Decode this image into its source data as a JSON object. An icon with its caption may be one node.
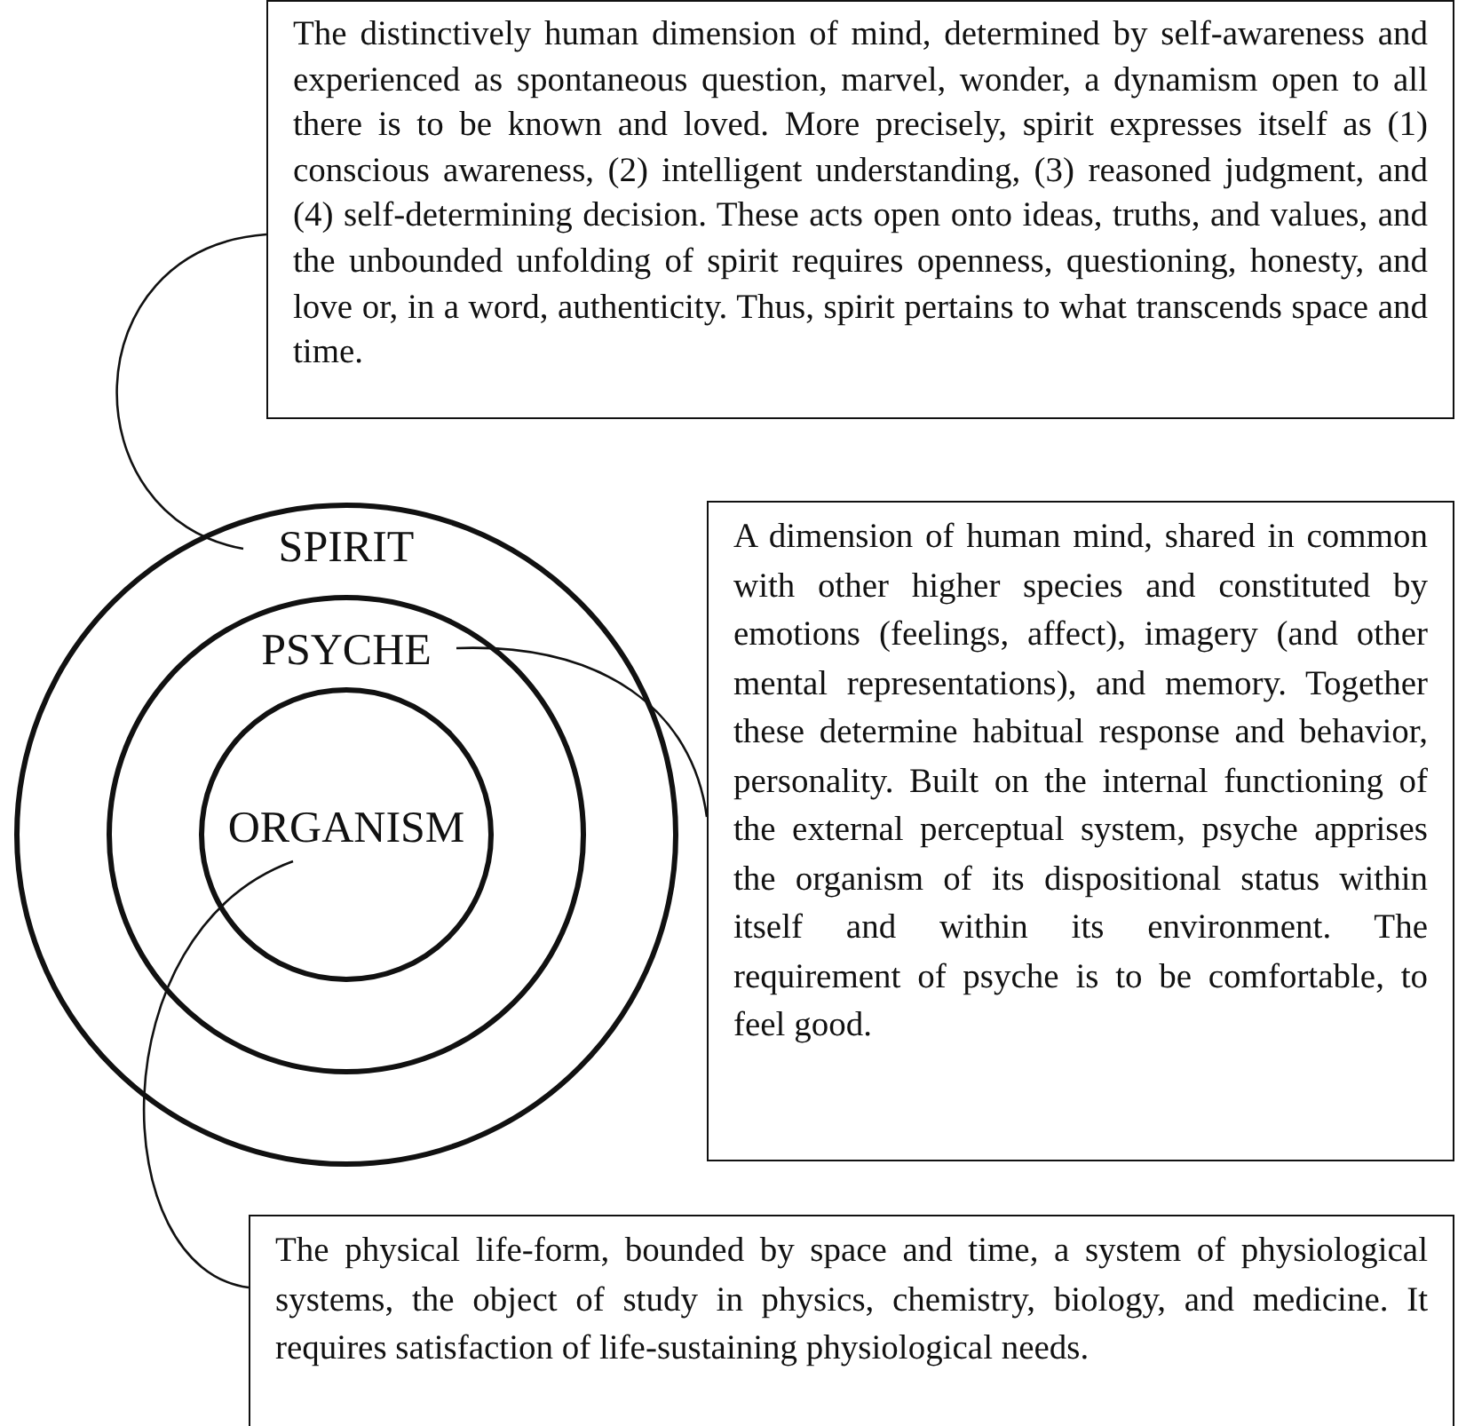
{
  "diagram": {
    "nodes": [
      {
        "text": [
          "SPIRIT"
        ]
      },
      {
        "text": [
          "PSYCHE"
        ],
        "in": 0
      },
      {
        "text": [
          "ORGANISM"
        ],
        "in": 1
      },
      {
        "text": [
          "The distinctively human dimension of mind, determined by self-awareness and experienced as spontaneous question, marvel, wonder, a dynamism open to all there is to be known and loved. More precisely, spirit expresses itself as (1) conscious awareness, (2) intelligent understanding, (3) reasoned judgment, and (4) self-determining decision. These acts open onto ideas, truths, and values, and the unbounded unfolding of spirit requires openness, questioning, honesty, and love or, in a word, authenticity. Thus, spirit pertains to what transcends space and time."
        ]
      },
      {
        "text": [
          "A dimension of human mind, shared in common with other higher species and constituted by emotions (feelings, affect), imagery (and other mental representations), and memory. Together these determine habitual response and behavior, personality. Built on the internal functioning of the external perceptual system, psyche apprises the organism of its dispositional status within itself and within its environment. The requirement of psyche is to be comfortable, to feel good."
        ]
      },
      {
        "text": [
          "The physical life-form, bounded by space and time, a system of physiological systems, the object of study in physics, chemistry, biology, and medicine. It requires satisfaction of life-sustaining physiological needs."
        ]
      }
    ],
    "edges": [
      {
        "from": 3,
        "to": 0,
        "arrow": "none"
      },
      {
        "from": 4,
        "to": 1,
        "arrow": "none"
      },
      {
        "from": 5,
        "to": 2,
        "arrow": "none"
      }
    ]
  }
}
